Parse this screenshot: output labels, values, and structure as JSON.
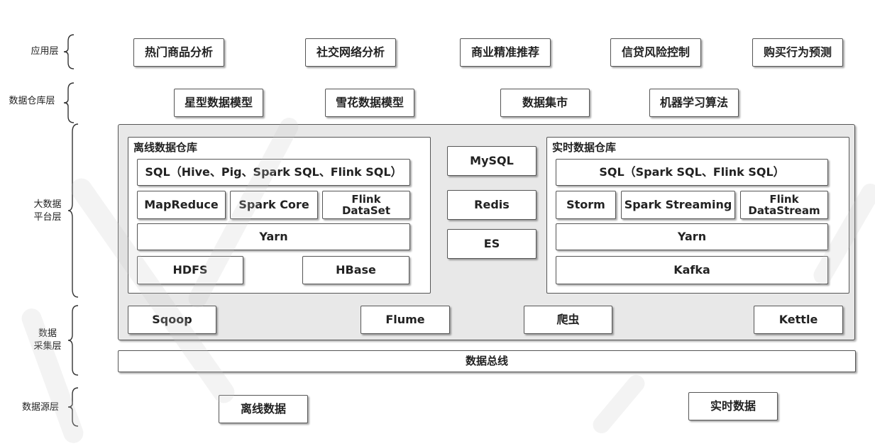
{
  "layers": {
    "application": "应用层",
    "warehouse": "数据仓库层",
    "bigdata": "大数据\n平台层",
    "collection": "数据\n采集层",
    "source": "数据源层"
  },
  "application_items": [
    "热门商品分析",
    "社交网络分析",
    "商业精准推荐",
    "信贷风险控制",
    "购买行为预测"
  ],
  "warehouse_items": [
    "星型数据模型",
    "雪花数据模型",
    "数据集市",
    "机器学习算法"
  ],
  "offline_warehouse": {
    "title": "离线数据仓库",
    "sql": "SQL（Hive、Pig、Spark SQL、Flink SQL）",
    "mapreduce": "MapReduce",
    "spark_core": "Spark Core",
    "flink_dataset": "Flink\nDataSet",
    "yarn": "Yarn",
    "hdfs": "HDFS",
    "hbase": "HBase"
  },
  "storage": {
    "mysql": "MySQL",
    "redis": "Redis",
    "es": "ES"
  },
  "realtime_warehouse": {
    "title": "实时数据仓库",
    "sql": "SQL（Spark SQL、Flink SQL）",
    "storm": "Storm",
    "spark_streaming": "Spark Streaming",
    "flink_datastream": "Flink\nDataStream",
    "yarn": "Yarn",
    "kafka": "Kafka"
  },
  "collection_items": {
    "sqoop": "Sqoop",
    "flume": "Flume",
    "crawler": "爬虫",
    "kettle": "Kettle"
  },
  "data_bus": "数据总线",
  "source_items": {
    "offline": "离线数据",
    "realtime": "实时数据"
  }
}
